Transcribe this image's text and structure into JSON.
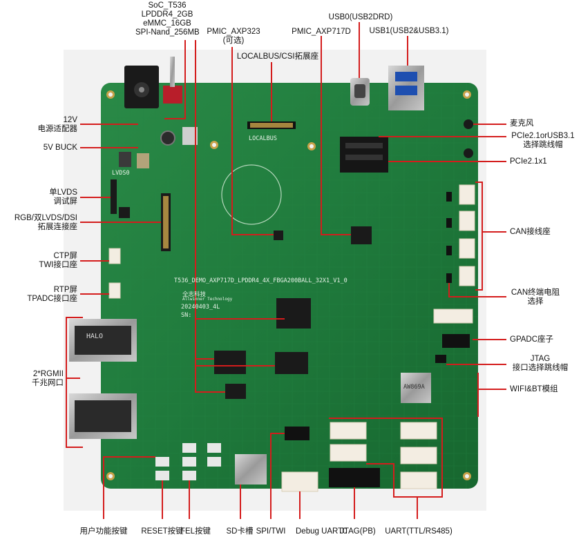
{
  "labels": {
    "soc": [
      "SoC_T536",
      "LPDDR4_2GB",
      "eMMC_16GB",
      "SPI-Nand_256MB"
    ],
    "pmic_axp323": [
      "PMIC_AXP323",
      "(可选)"
    ],
    "pmic_axp717d": "PMIC_AXP717D",
    "usb0": "USB0(USB2DRD)",
    "usb1": "USB1(USB2&USB3.1)",
    "localbus": "LOCALBUS/CSI拓展座",
    "power_12v": [
      "12V",
      "电源适配器"
    ],
    "buck_5v": "5V BUCK",
    "lvds_single": [
      "单LVDS",
      "调试屏"
    ],
    "rgb_lvds": [
      "RGB/双LVDS/DSI",
      "拓展连接座"
    ],
    "ctp": [
      "CTP屏",
      "TWI接口座"
    ],
    "rtp": [
      "RTP屏",
      "TPADC接口座"
    ],
    "rgmii": [
      "2*RGMII",
      "千兆网口"
    ],
    "mic": "麦克风",
    "pcie_jumper": [
      "PCIe2.1orUSB3.1",
      "选择跳线帽"
    ],
    "pcie": "PCIe2.1x1",
    "can": "CAN接线座",
    "can_term": [
      "CAN终端电阻",
      "选择"
    ],
    "gpadc": "GPADC座子",
    "jtag_jumper": [
      "JTAG",
      "接口选择跳线帽"
    ],
    "wifi_bt": "WIFI&BT模组",
    "user_keys": "用户功能按键",
    "reset": "RESET按键",
    "fel": "FEL按键",
    "sd": "SD卡槽",
    "spi_twi": "SPI/TWI",
    "debug_uart": "Debug UART0",
    "jtag_pb": "JTAG(PB)",
    "uart": "UART(TTL/RS485)"
  },
  "silkscreen": {
    "board_name": "T536_DEMO_AXP717D_LPDDR4_4X_FBGA200BALL_32X1_V1_0",
    "vendor": "全志科技",
    "vendor_en": "Allwinner Technology",
    "date": "20240403_4L",
    "sn": "SN:",
    "rj45_brand": "HALO",
    "lvds_ref": "LVDS0",
    "localbus_ref": "LOCALBUS",
    "wifi_ref": "AW869A"
  },
  "colors": {
    "pcb": "#1e7a3c",
    "pcb_dark": "#155e2d",
    "leader": "#d41c1c",
    "connector_white": "#f3ede2"
  }
}
